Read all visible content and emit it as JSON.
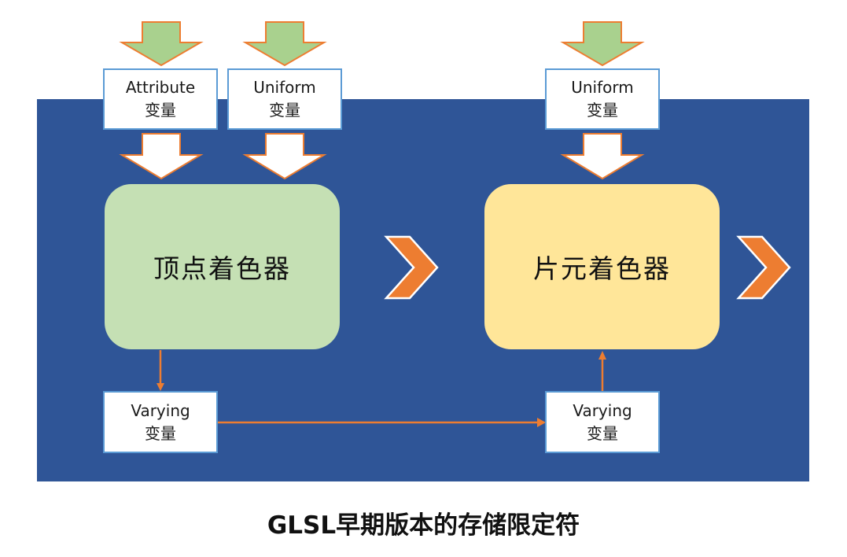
{
  "diagram": {
    "title": "GLSL早期版本的存储限定符",
    "inputs": [
      {
        "line1": "Attribute",
        "line2": "变量"
      },
      {
        "line1": "Uniform",
        "line2": "变量"
      },
      {
        "line1": "Uniform",
        "line2": "变量"
      }
    ],
    "shaders": {
      "vertex": "顶点着色器",
      "fragment": "片元着色器"
    },
    "varyings": [
      {
        "line1": "Varying",
        "line2": "变量"
      },
      {
        "line1": "Varying",
        "line2": "变量"
      }
    ],
    "colors": {
      "panel": "#2f5597",
      "vertex_fill": "#c5e0b4",
      "fragment_fill": "#ffe699",
      "input_arrow_fill": "#a9d18e",
      "arrow_outline": "#ed7d31",
      "chevron": "#ed7d31",
      "box_border": "#5b9bd5"
    }
  }
}
